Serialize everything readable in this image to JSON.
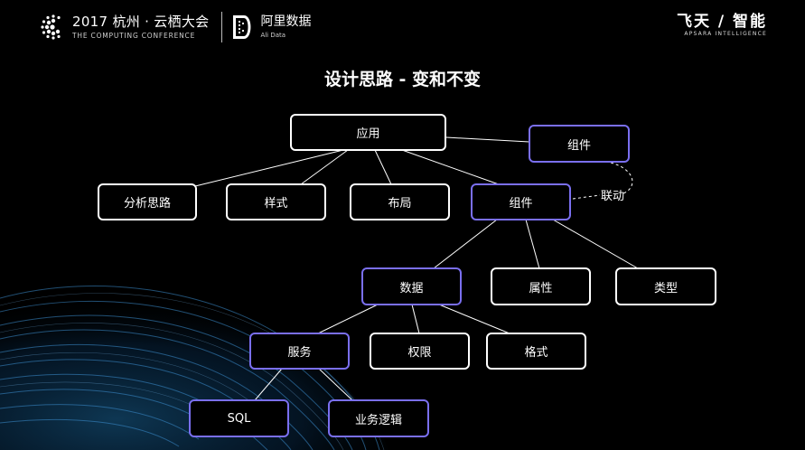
{
  "header": {
    "conference_title": "2017 杭州 · 云栖大会",
    "conference_subtitle": "THE COMPUTING CONFERENCE",
    "partner_name": "阿里数据",
    "partner_subtitle": "Ali Data",
    "brand_name": "飞天 / 智能",
    "brand_subtitle": "APSARA INTELLIGENCE"
  },
  "slide": {
    "title": "设计思路 - 变和不变"
  },
  "diagram": {
    "nodes": {
      "app": "应用",
      "analysis": "分析思路",
      "style": "样式",
      "layout": "布局",
      "component": "组件",
      "linked_component": "组件",
      "data": "数据",
      "attribute": "属性",
      "type": "类型",
      "service": "服务",
      "permission": "权限",
      "format": "格式",
      "sql": "SQL",
      "business_logic": "业务逻辑"
    },
    "link_label": "联动",
    "colors": {
      "background": "#000000",
      "node_border": "#ffffff",
      "accent_border": "#7a6ff0"
    }
  }
}
